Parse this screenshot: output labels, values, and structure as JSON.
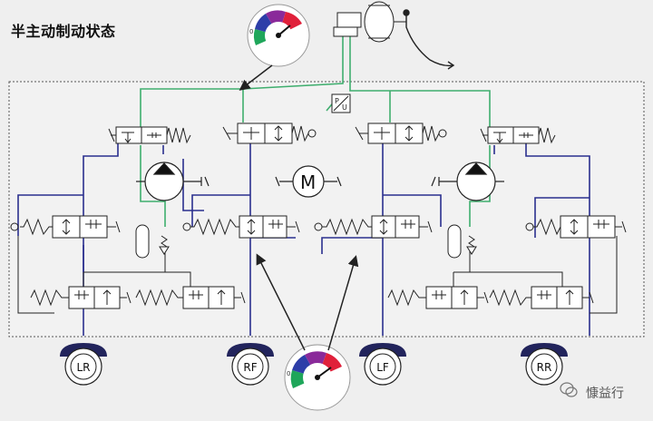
{
  "title": "半主动制动状态",
  "motor_label": "M",
  "wheels": [
    {
      "key": "lr",
      "label": "LR"
    },
    {
      "key": "rf",
      "label": "RF"
    },
    {
      "key": "lf",
      "label": "LF"
    },
    {
      "key": "rr",
      "label": "RR"
    }
  ],
  "watermark": "慷益行",
  "colors": {
    "background": "#efefef",
    "panel": "#f2f2f2",
    "hydraulic_line": "#2a2f8e",
    "pilot_line": "#3fae6e",
    "wheel_cylinder": "#22245c",
    "gauge_green": "#1fa65a",
    "gauge_blue": "#2d3ea8",
    "gauge_purple": "#8a2a9a",
    "gauge_red": "#e0203a"
  },
  "icons": [
    "brake-booster-icon",
    "brake-pedal-icon",
    "pressure-gauge-icon",
    "hydraulic-pump-icon",
    "electric-motor-icon",
    "accumulator-icon",
    "pressure-sensor-icon",
    "wechat-icon"
  ]
}
